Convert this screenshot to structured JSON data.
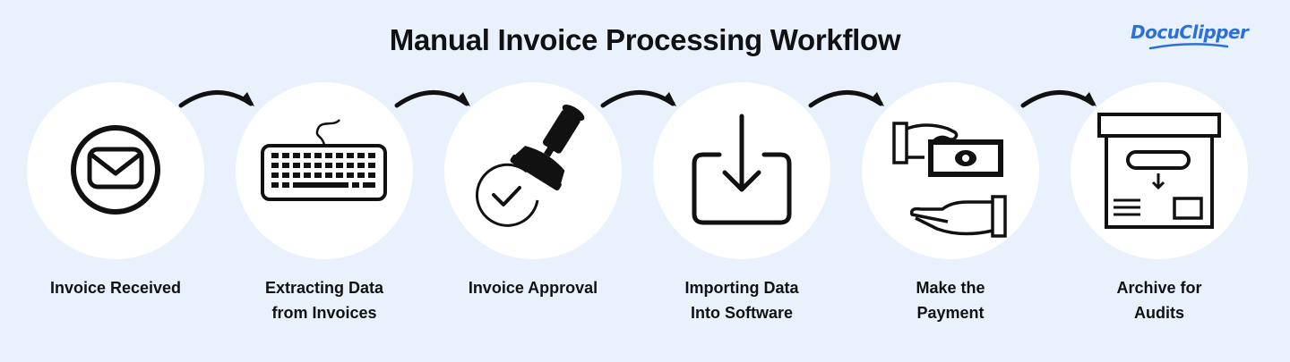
{
  "title": "Manual Invoice Processing Workflow",
  "brand": {
    "name": "DocuClipper",
    "color": "#2d6fd8"
  },
  "colors": {
    "background": "#e9f1fd",
    "circle": "#ffffff",
    "ink": "#111111"
  },
  "steps": [
    {
      "label": "Invoice Received",
      "icon": "envelope-icon"
    },
    {
      "label": "Extracting Data\nfrom Invoices",
      "icon": "keyboard-icon"
    },
    {
      "label": "Invoice Approval",
      "icon": "approval-stamp-icon"
    },
    {
      "label": "Importing Data\nInto Software",
      "icon": "download-icon"
    },
    {
      "label": "Make the\nPayment",
      "icon": "payment-hands-icon"
    },
    {
      "label": "Archive for\nAudits",
      "icon": "archive-box-icon"
    }
  ]
}
